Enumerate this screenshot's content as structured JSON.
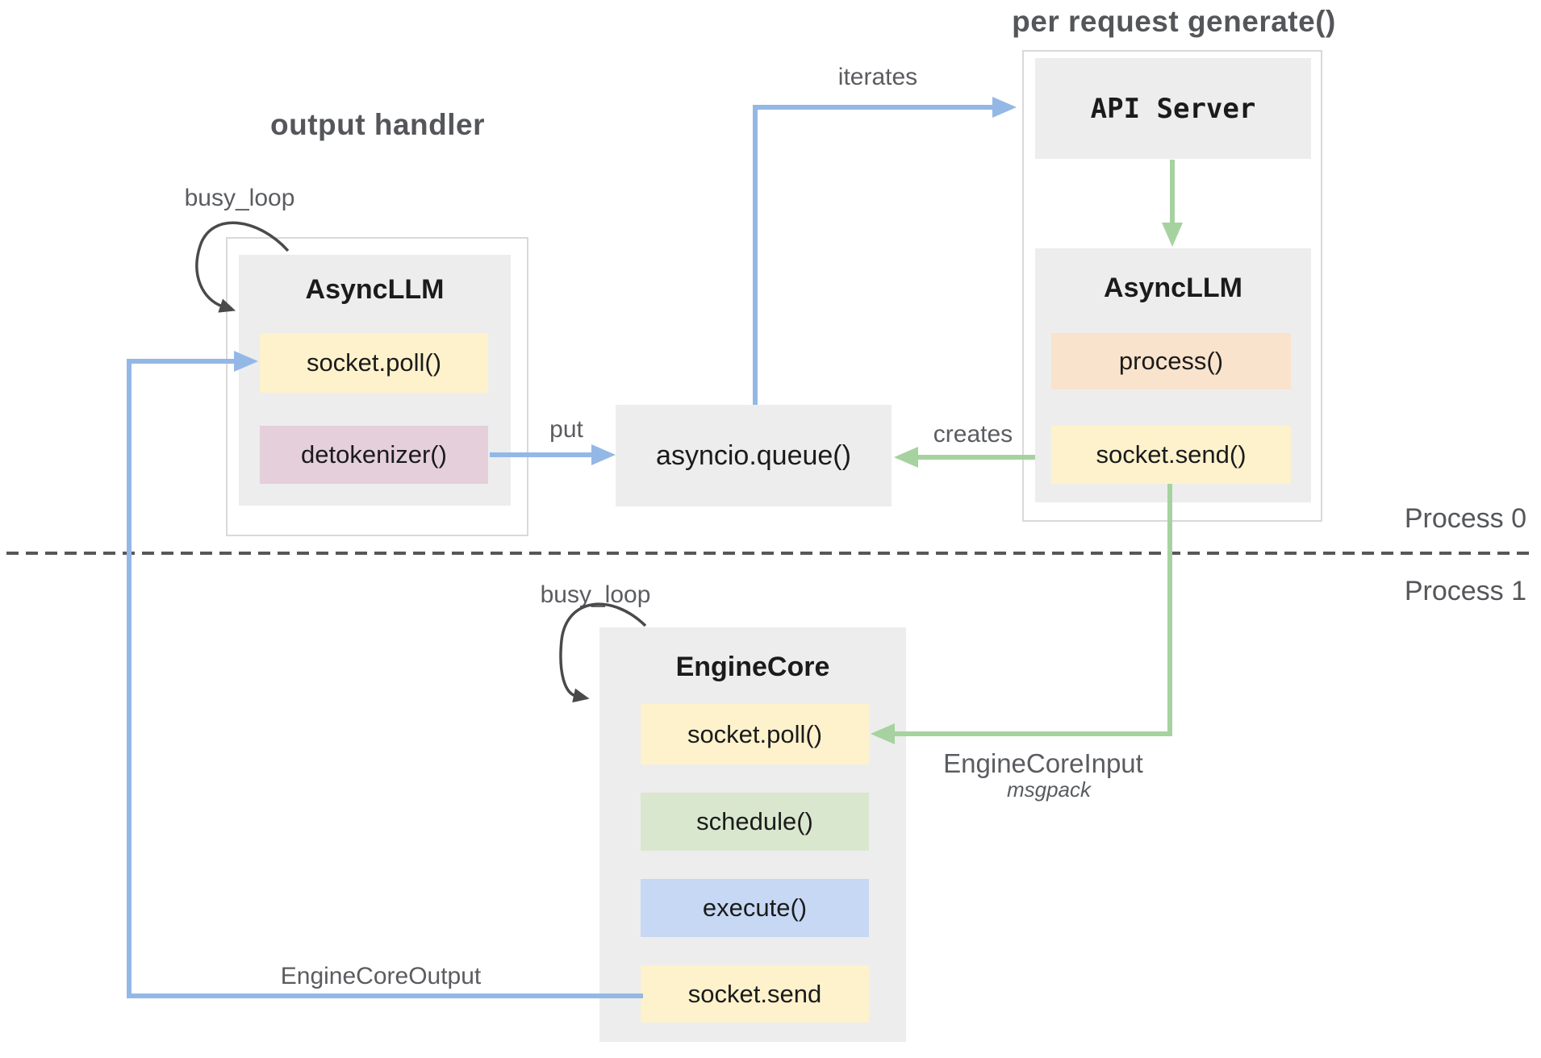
{
  "titles": {
    "output_handler": "output handler",
    "per_request_generate": "per request generate()"
  },
  "process_labels": {
    "process0": "Process 0",
    "process1": "Process 1"
  },
  "edge_labels": {
    "iterates": "iterates",
    "put": "put",
    "creates": "creates",
    "busy_loop_left": "busy_loop",
    "busy_loop_bottom": "busy_loop",
    "engine_core_input": "EngineCoreInput",
    "engine_core_input_format": "msgpack",
    "engine_core_output": "EngineCoreOutput"
  },
  "nodes": {
    "async_llm_left": {
      "title": "AsyncLLM",
      "methods": [
        {
          "label": "socket.poll()",
          "fill": "#fdf2cc"
        },
        {
          "label": "detokenizer()",
          "fill": "#e4cfda"
        }
      ]
    },
    "queue": {
      "label": "asyncio.queue()"
    },
    "api_server": {
      "title": "API Server"
    },
    "async_llm_right": {
      "title": "AsyncLLM",
      "methods": [
        {
          "label": "process()",
          "fill": "#f9e3cc"
        },
        {
          "label": "socket.send()",
          "fill": "#fdf2cc"
        }
      ]
    },
    "engine_core": {
      "title": "EngineCore",
      "methods": [
        {
          "label": "socket.poll()",
          "fill": "#fdf2cc"
        },
        {
          "label": "schedule()",
          "fill": "#d9e7ce"
        },
        {
          "label": "execute()",
          "fill": "#c7d8f4"
        },
        {
          "label": "socket.send",
          "fill": "#fdf2cc"
        }
      ]
    }
  },
  "colors": {
    "box_gray": "#ededed",
    "frame_border": "#d9d9d9",
    "arrow_blue": "#94b8e6",
    "arrow_green": "#a6d29f",
    "loop_arrow": "#4a4a4a",
    "dashed_line": "#575757",
    "label_gray": "#5a5c60",
    "title_gray": "#54565a",
    "text_dark": "#1b1b1b"
  }
}
